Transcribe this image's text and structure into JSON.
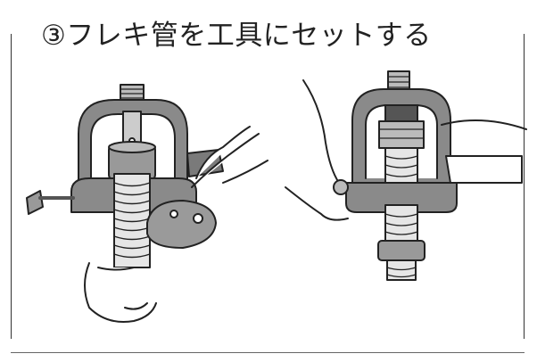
{
  "page": {
    "title": "③フレキ管を工具にセットする"
  },
  "figures": [
    {
      "icon": "flaring-tool-left-illustration"
    },
    {
      "icon": "flaring-tool-right-illustration"
    }
  ]
}
